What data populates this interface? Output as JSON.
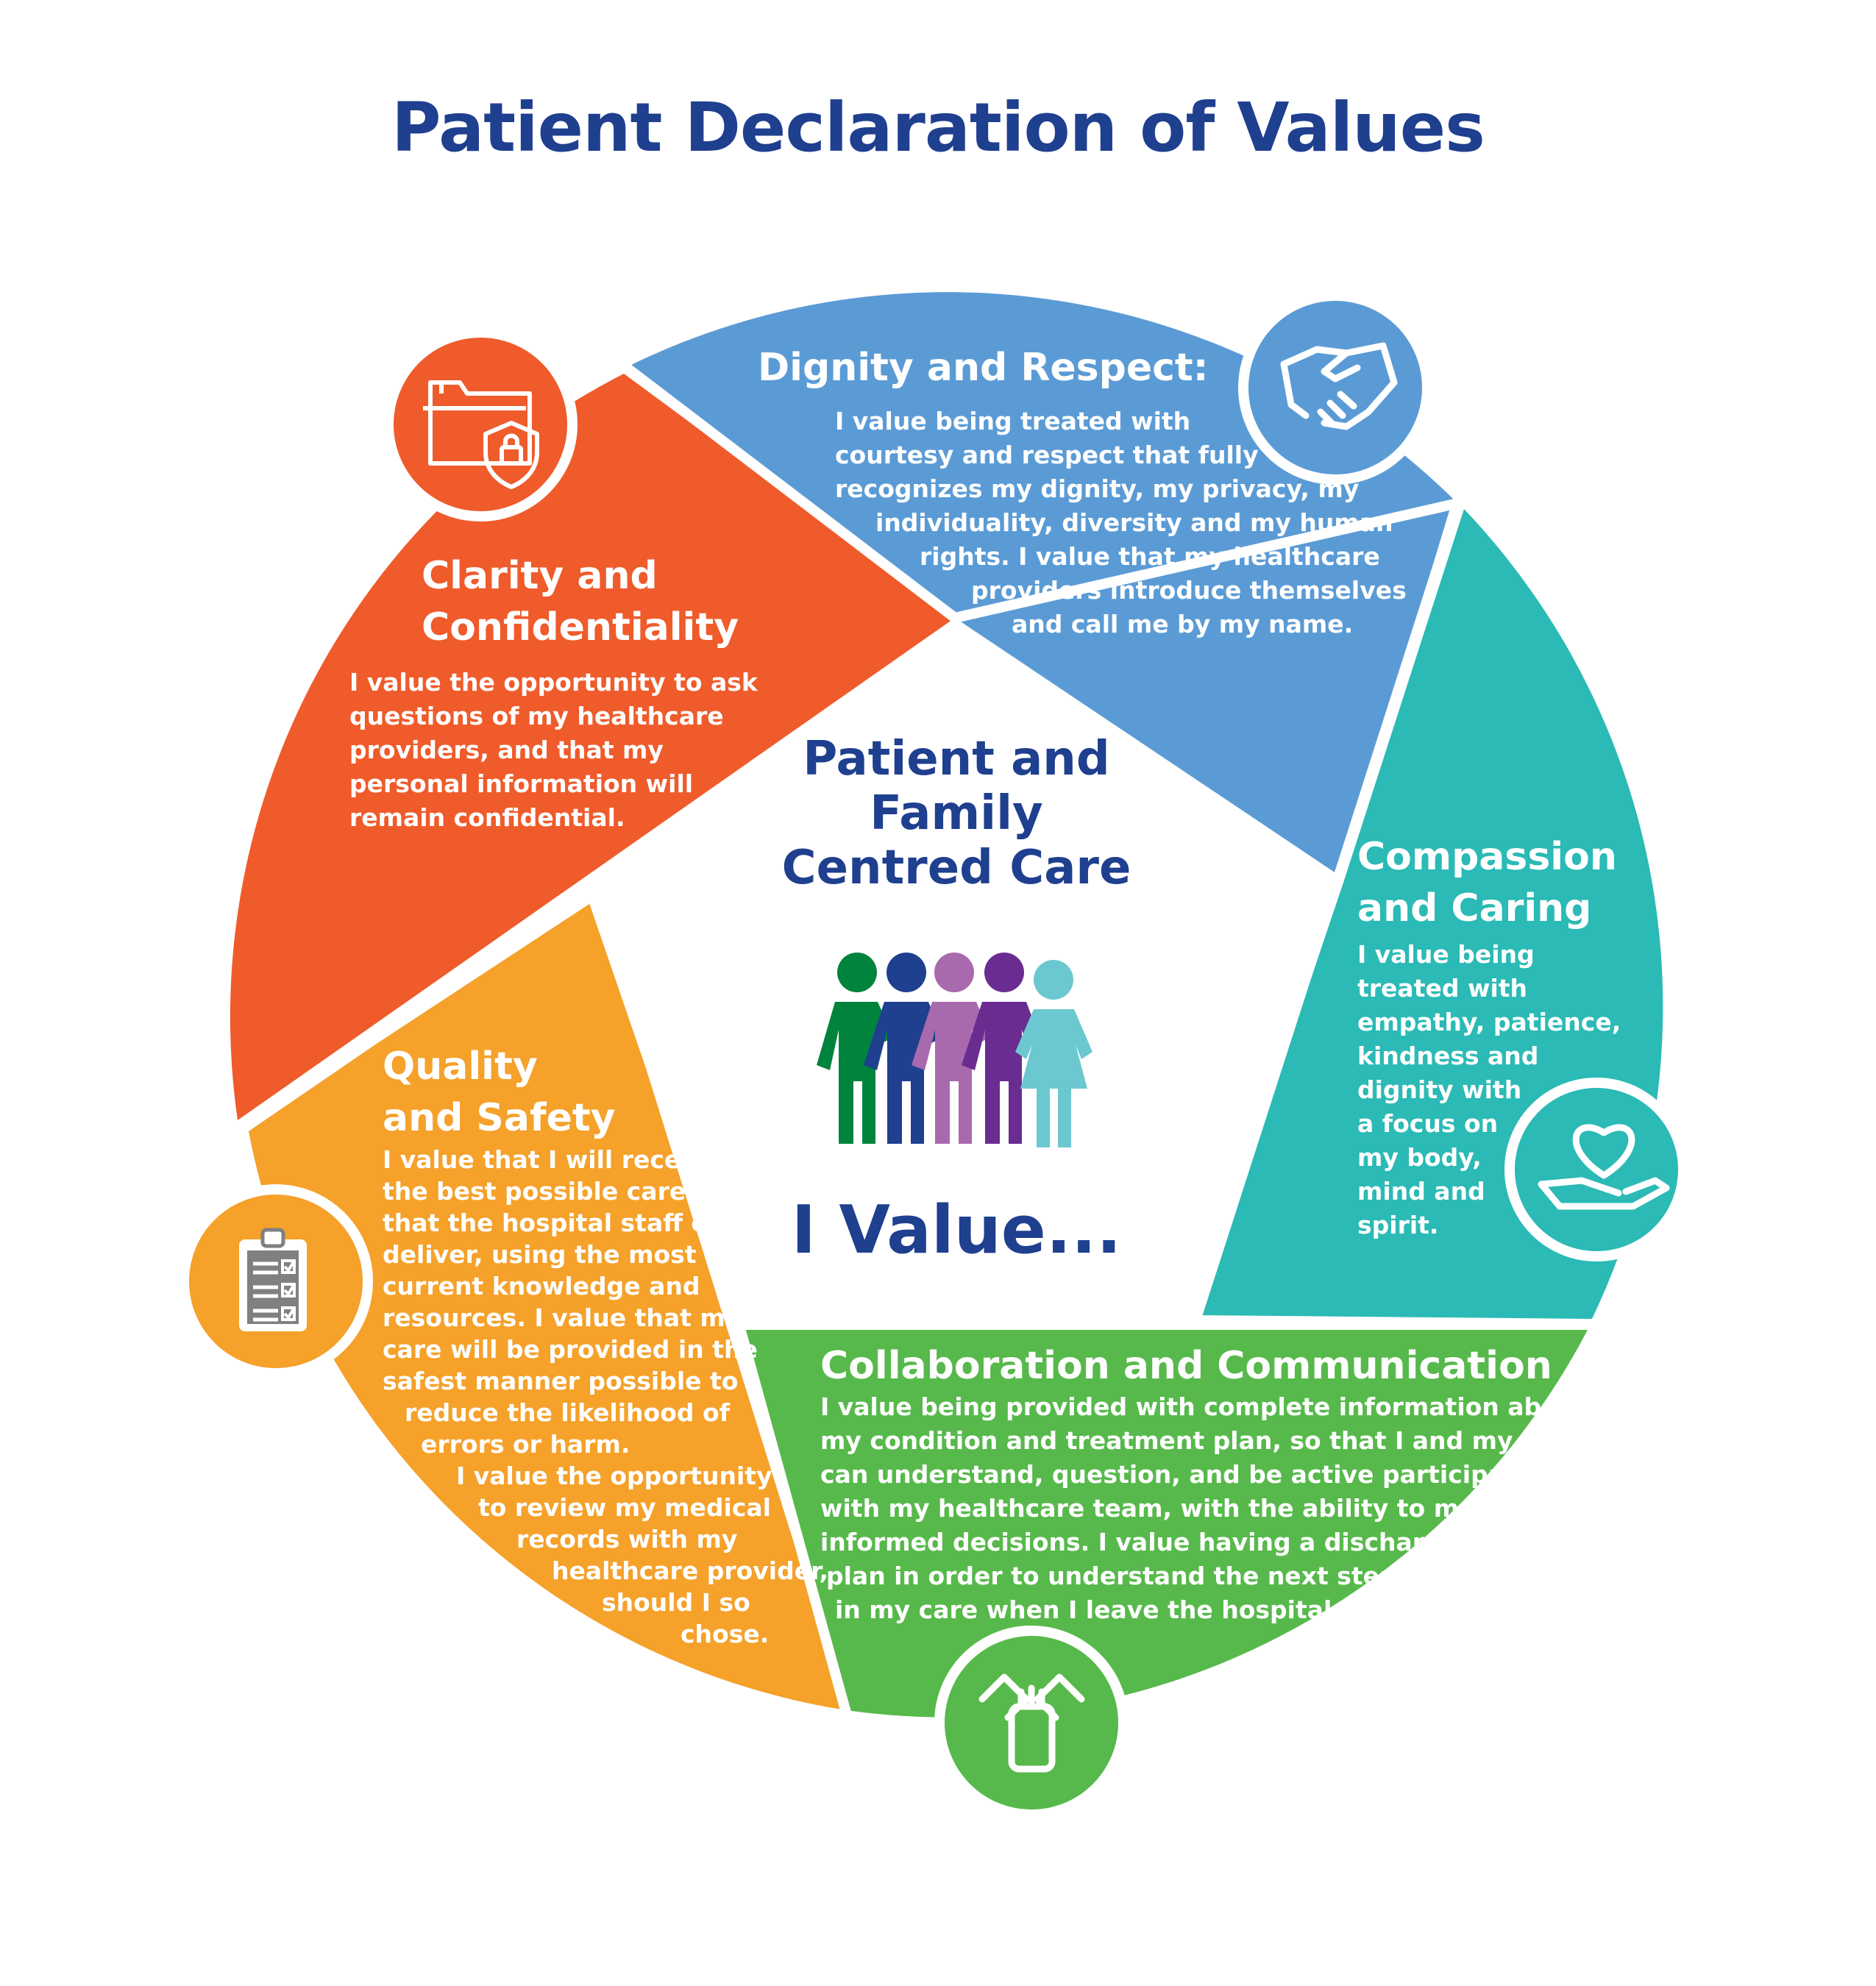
{
  "title": "Patient Declaration of Values",
  "center": {
    "heading_lines": [
      "Patient and",
      "Family",
      "Centred Care"
    ],
    "i_value": "I Value..."
  },
  "colors": {
    "title": "#1f3f8f",
    "dignity": "#5b9bd5",
    "compassion": "#2bbab5",
    "collaboration": "#57b94b",
    "quality": "#f5a12a",
    "clarity": "#ef5b2b"
  },
  "segments": {
    "dignity": {
      "icon": "handshake-icon",
      "title_lines": [
        "Dignity and Respect:"
      ],
      "body_lines": [
        "I value being treated with",
        "courtesy and respect that fully",
        "recognizes my dignity, my privacy, my",
        "individuality, diversity and my human",
        "rights. I value that my healthcare",
        "providers introduce themselves",
        "and call me by my name."
      ]
    },
    "compassion": {
      "icon": "heart-in-hand-icon",
      "title_lines": [
        "Compassion",
        "and Caring"
      ],
      "body_lines": [
        "I value being",
        "treated with",
        "empathy, patience,",
        "kindness and",
        "dignity with",
        "a focus on",
        "my body,",
        "mind and",
        "spirit."
      ]
    },
    "collaboration": {
      "icon": "hands-together-icon",
      "title_lines": [
        "Collaboration and Communication"
      ],
      "body_lines": [
        "I value being provided with complete information about",
        "my condition and treatment plan, so that I and my family",
        "can understand, question, and be active participants",
        "with my healthcare team, with the ability to make",
        "informed decisions. I value having a discharge",
        "plan in order to understand the next steps",
        "in my care when I leave the hospital."
      ]
    },
    "quality": {
      "icon": "clipboard-checklist-icon",
      "title_lines": [
        "Quality",
        "and Safety"
      ],
      "body_lines": [
        "I value that I will receive",
        "the best possible care",
        "that the hospital staff can",
        "deliver, using the most",
        "current knowledge and",
        "resources. I value that my",
        "care will be provided in the",
        "safest manner possible to",
        "reduce the likelihood of",
        "errors or harm.",
        "I value the opportunity",
        "to review my medical",
        "records with my",
        "healthcare provider,",
        "should I so",
        "chose."
      ]
    },
    "clarity": {
      "icon": "secure-folder-icon",
      "title_lines": [
        "Clarity and",
        "Confidentiality"
      ],
      "body_lines": [
        "I value the opportunity to ask",
        "questions of my healthcare",
        "providers, and that my",
        "personal information will",
        "remain confidential."
      ]
    }
  }
}
